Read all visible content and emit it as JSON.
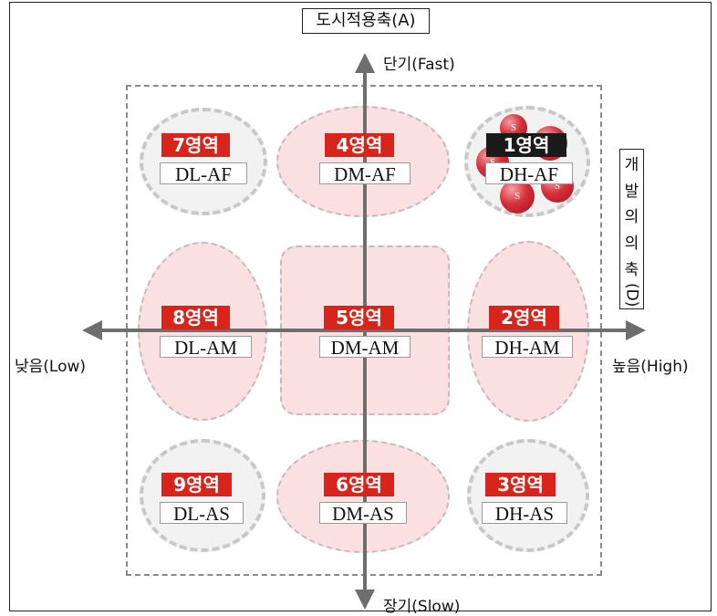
{
  "vertical_axis": {
    "title": "도시적용축(A)",
    "top_label": "단기(Fast)",
    "bottom_label": "장기(Slow)"
  },
  "horizontal_axis": {
    "title": "개발의의축(D)",
    "title_chars": [
      "개",
      "발",
      "의",
      "의",
      "축",
      "(D)"
    ],
    "left_label": "낮음(Low)",
    "right_label": "높음(High)"
  },
  "zones": [
    {
      "badge": "7영역",
      "code": "DL-AF",
      "style": "gray"
    },
    {
      "badge": "4영역",
      "code": "DM-AF",
      "style": "pink"
    },
    {
      "badge": "1영역",
      "code": "DH-AF",
      "style": "gray-highlight"
    },
    {
      "badge": "8영역",
      "code": "DL-AM",
      "style": "pink"
    },
    {
      "badge": "5영역",
      "code": "DM-AM",
      "style": "center"
    },
    {
      "badge": "2영역",
      "code": "DH-AM",
      "style": "pink"
    },
    {
      "badge": "9영역",
      "code": "DL-AS",
      "style": "gray"
    },
    {
      "badge": "6영역",
      "code": "DM-AS",
      "style": "pink"
    },
    {
      "badge": "3영역",
      "code": "DH-AS",
      "style": "gray"
    }
  ],
  "ball_letter": "S",
  "colors": {
    "badge_red": "#d9241c",
    "badge_black": "#1a1a1a",
    "zone_pink": "#fbe0e2",
    "zone_gray": "#f2f2f2",
    "axis": "#6e6e6e"
  }
}
